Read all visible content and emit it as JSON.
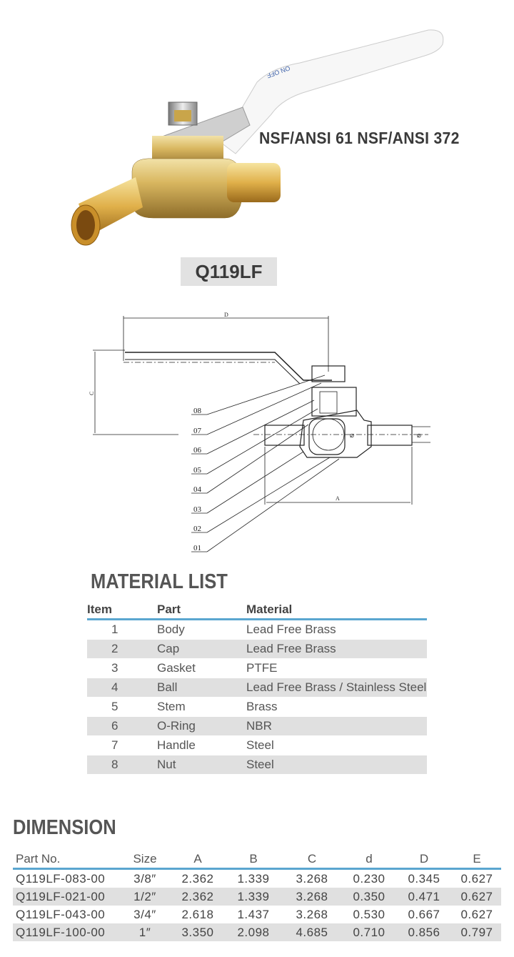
{
  "product": {
    "certifications": "NSF/ANSI 61  NSF/ANSI 372",
    "model": "Q119LF",
    "handle_marking": "ON OFF"
  },
  "diagram": {
    "dim_labels": {
      "D": "D",
      "C": "C",
      "A": "A",
      "d": "⌀"
    },
    "callouts": [
      "08",
      "07",
      "06",
      "05",
      "04",
      "03",
      "02",
      "01"
    ]
  },
  "material_list": {
    "title": "MATERIAL LIST",
    "headers": [
      "Item",
      "Part",
      "Material"
    ],
    "rows": [
      [
        "1",
        "Body",
        "Lead Free Brass"
      ],
      [
        "2",
        "Cap",
        "Lead Free Brass"
      ],
      [
        "3",
        "Gasket",
        "PTFE"
      ],
      [
        "4",
        "Ball",
        "Lead Free Brass / Stainless Steel"
      ],
      [
        "5",
        "Stem",
        "Brass"
      ],
      [
        "6",
        "O-Ring",
        "NBR"
      ],
      [
        "7",
        "Handle",
        "Steel"
      ],
      [
        "8",
        "Nut",
        "Steel"
      ]
    ]
  },
  "dimension": {
    "title": "DIMENSION",
    "headers": [
      "Part No.",
      "Size",
      "A",
      "B",
      "C",
      "d",
      "D",
      "E"
    ],
    "rows": [
      [
        "Q119LF-083-00",
        "3/8″",
        "2.362",
        "1.339",
        "3.268",
        "0.230",
        "0.345",
        "0.627"
      ],
      [
        "Q119LF-021-00",
        "1/2″",
        "2.362",
        "1.339",
        "3.268",
        "0.350",
        "0.471",
        "0.627"
      ],
      [
        "Q119LF-043-00",
        "3/4″",
        "2.618",
        "1.437",
        "3.268",
        "0.530",
        "0.667",
        "0.627"
      ],
      [
        "Q119LF-100-00",
        "1″",
        "3.350",
        "2.098",
        "4.685",
        "0.710",
        "0.856",
        "0.797"
      ]
    ]
  }
}
